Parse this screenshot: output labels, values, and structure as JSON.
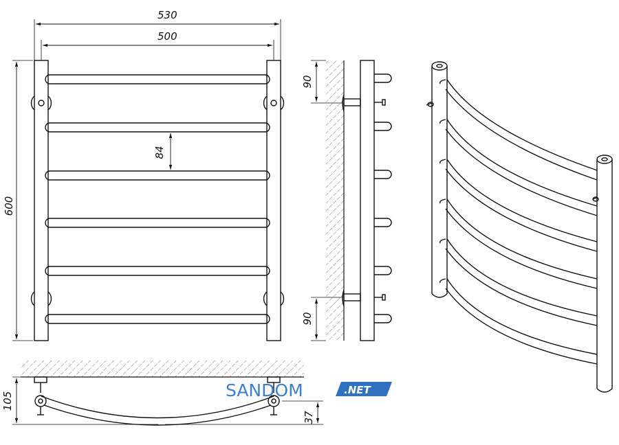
{
  "dimensions": {
    "overall_width": "530",
    "pipe_spacing": "500",
    "height": "600",
    "rung_pitch": "84",
    "top_offset": "90",
    "bottom_offset": "90",
    "depth": "105",
    "bow": "37"
  },
  "watermark": {
    "brand": "SANDOM",
    "tld": ".NET",
    "colors": {
      "brand": "#3d7fd0",
      "tld_bg": "#2f70c0",
      "tld_text": "#ffffff"
    }
  },
  "colors": {
    "line": "#111111",
    "hatch": "#444444"
  }
}
